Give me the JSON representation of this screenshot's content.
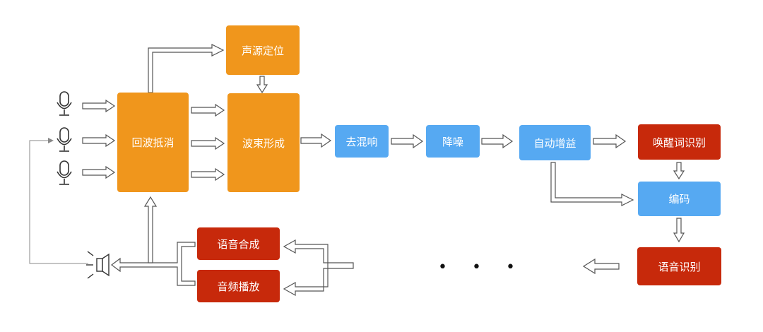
{
  "diagram": {
    "nodes": {
      "sound_source_localization": "声源定位",
      "echo_cancellation": "回波抵消",
      "beamforming": "波束形成",
      "dereverberation": "去混响",
      "noise_reduction": "降噪",
      "auto_gain": "自动增益",
      "wake_word": "唤醒词识别",
      "encoding": "编码",
      "speech_recognition": "语音识别",
      "speech_synthesis": "语音合成",
      "audio_playback": "音频播放"
    },
    "ellipsis": "• • •",
    "icons": [
      "microphone-icon",
      "speaker-icon"
    ],
    "colors": {
      "orange": "#f0961c",
      "blue": "#56a9f2",
      "red": "#c7290b",
      "arrow_outline": "#555555"
    }
  }
}
